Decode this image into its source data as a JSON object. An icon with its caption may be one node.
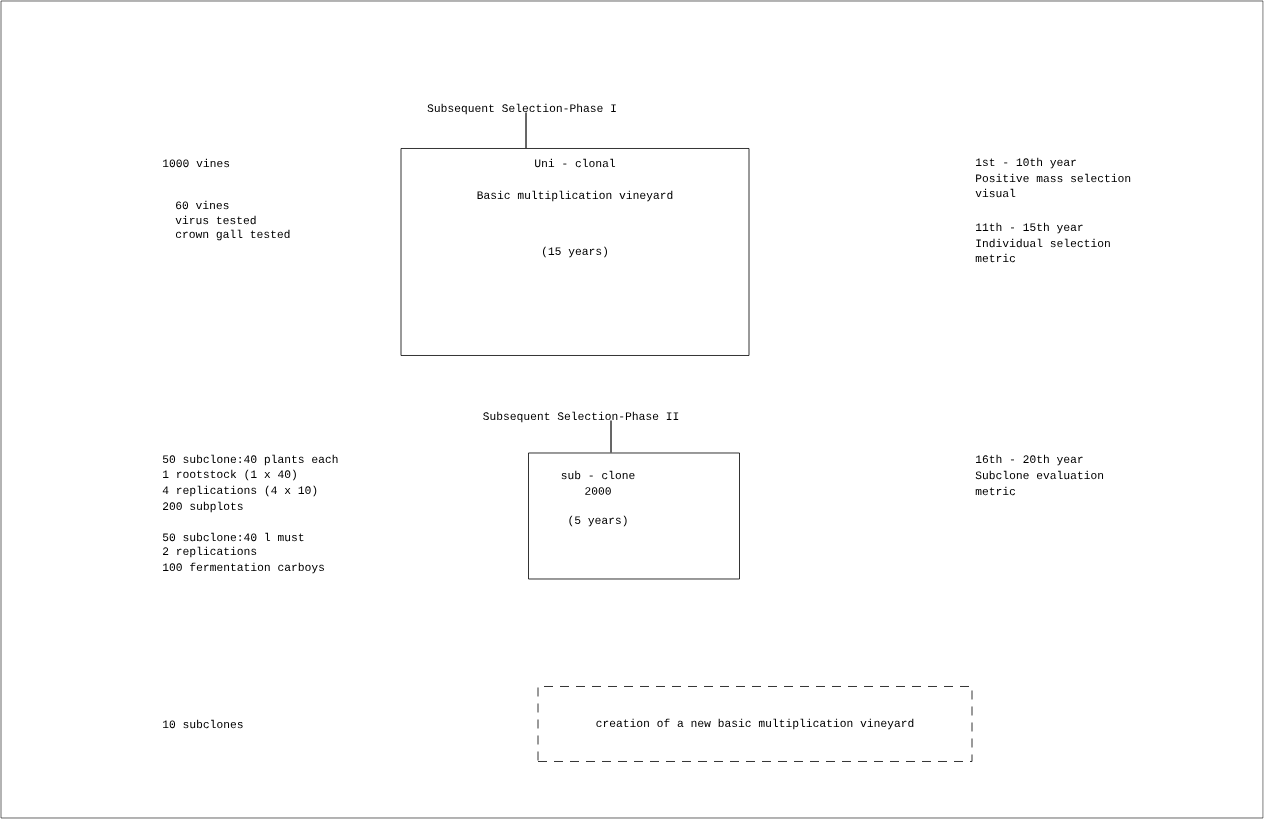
{
  "diagram": {
    "nodes": [
      {
        "text": [
          "Subsequent Selection-Phase I"
        ]
      },
      {
        "text": [
          "Uni - clonal",
          "Basic multiplication vineyard",
          "(15 years)"
        ]
      },
      {
        "text": [
          "Subsequent Selection-Phase II"
        ]
      },
      {
        "text": [
          "sub - clone",
          "2000",
          "(5 years)"
        ]
      },
      {
        "text": [
          "creation of a new basic multiplication vineyard"
        ]
      }
    ],
    "edges": [
      {
        "from": 0,
        "to": 1,
        "arrow": "none"
      },
      {
        "from": 2,
        "to": 3,
        "arrow": "none"
      }
    ],
    "labels": [
      "1000 vines",
      "60 vines",
      "virus tested",
      "crown gall tested",
      "1st - 10th year",
      "Positive mass selection",
      "visual",
      "11th - 15th year",
      "Individual selection",
      "metric",
      "50 subclone:40 plants each",
      "1 rootstock (1 x 40)",
      "4 replications (4 x 10)",
      "200 subplots",
      "50 subclone:40 l must",
      "2 replications",
      "100 fermentation carboys",
      "16th - 20th year",
      "Subclone evaluation",
      "metric",
      "10 subclones"
    ]
  }
}
